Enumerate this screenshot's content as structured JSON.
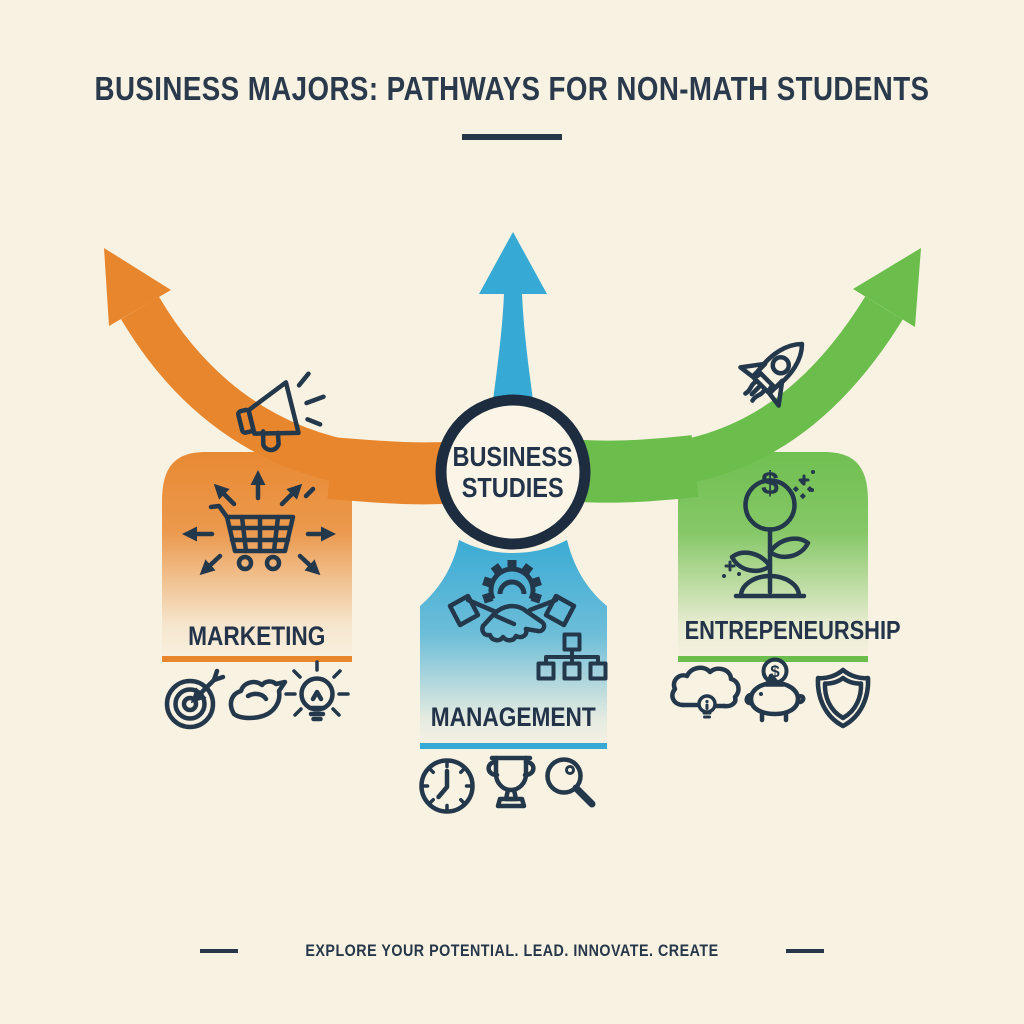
{
  "title": "BUSINESS MAJORS: PATHWAYS FOR NON-MATH STUDENTS",
  "center": {
    "label_line1": "BUSINESS",
    "label_line2": "STUDIES"
  },
  "branches": {
    "marketing": {
      "label": "MARKETING",
      "color": "#E8862D",
      "arrow_direction": "up-left",
      "main_icon": "shopping-cart-with-radiating-arrows",
      "path_icon": "megaphone-icon",
      "detail_icons": [
        "target-dart-icon",
        "bird-icon",
        "lightbulb-icon"
      ]
    },
    "management": {
      "label": "MANAGEMENT",
      "color": "#36A9D4",
      "arrow_direction": "up",
      "main_icon": "handshake-gear",
      "secondary_icon": "org-chart",
      "detail_icons": [
        "clock-icon",
        "trophy-icon",
        "magnifier-icon"
      ]
    },
    "entrepreneurship": {
      "label": "ENTREPENEURSHIP",
      "color": "#6CBE4C",
      "arrow_direction": "up-right",
      "main_icon": "money-plant",
      "path_icon": "rocket-icon",
      "detail_icons": [
        "idea-cloud-icon",
        "piggy-bank-icon",
        "shield-icon"
      ]
    }
  },
  "glyphs": {
    "dollar": "$"
  },
  "footer": {
    "tagline": "EXPLORE YOUR POTENTIAL. LEAD. INNOVATE. CREATE"
  },
  "colors": {
    "background": "#F8F2E2",
    "ink": "#24384C",
    "navy_ring": "#1D2D3F",
    "orange": "#E8862D",
    "blue": "#36A9D4",
    "green": "#6CBE4C"
  }
}
